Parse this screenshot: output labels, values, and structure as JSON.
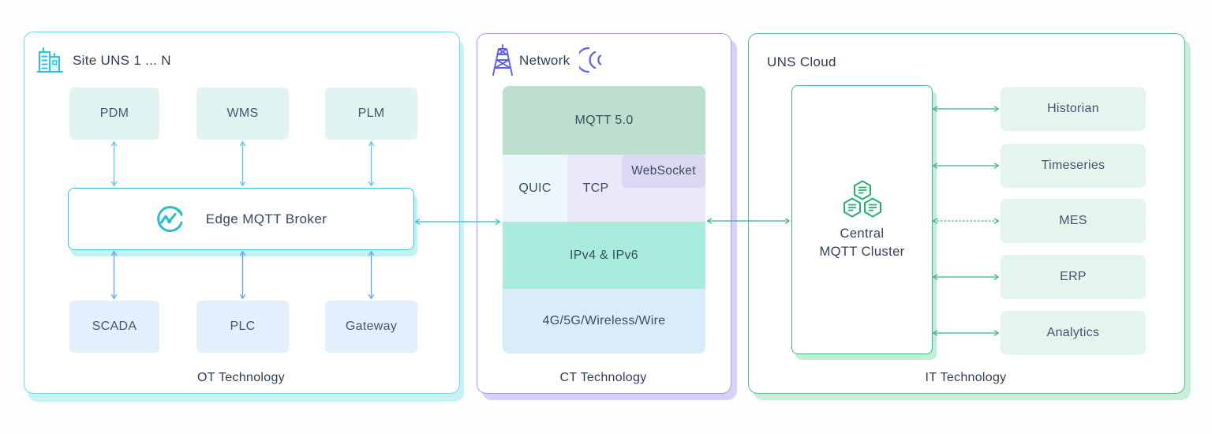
{
  "colors": {
    "ot_border": "#74d8e3",
    "ct_border": "#a59cf1",
    "it_border": "#58bb90",
    "teal_accent": "#2bbfc0",
    "green_accent": "#3ab380",
    "blue_arrow": "#5ba3f1",
    "cyan_arrow": "#57c4e5",
    "purple_icon": "#5d5fef",
    "mqtt_layer_fill": "#bce0cd",
    "ip_layer_fill": "#a9ebdd"
  },
  "panels": {
    "ot": {
      "title": "Site UNS 1 ... N",
      "footer": "OT Technology",
      "top_boxes": [
        "PDM",
        "WMS",
        "PLM"
      ],
      "broker": "Edge MQTT Broker",
      "bottom_boxes": [
        "SCADA",
        "PLC",
        "Gateway"
      ]
    },
    "ct": {
      "title": "Network",
      "footer": "CT Technology",
      "layers": {
        "mqtt": "MQTT 5.0",
        "quic": "QUIC",
        "tcp": "TCP",
        "websocket": "WebSocket",
        "ip": "IPv4 & IPv6",
        "physical": "4G/5G/Wireless/Wire"
      }
    },
    "it": {
      "title": "UNS Cloud",
      "footer": "IT Technology",
      "cluster_line1": "Central",
      "cluster_line2": "MQTT Cluster",
      "services": [
        "Historian",
        "Timeseries",
        "MES",
        "ERP",
        "Analytics"
      ]
    }
  }
}
